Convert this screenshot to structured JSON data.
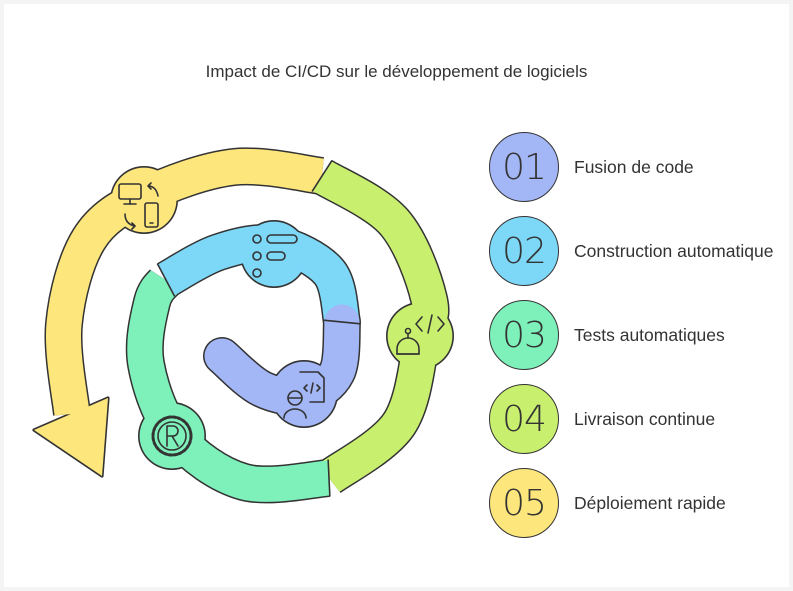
{
  "title": "Impact de CI/CD sur le développement de logiciels",
  "steps": [
    {
      "number": "01",
      "label": "Fusion de code",
      "color": "#a3b6f5"
    },
    {
      "number": "02",
      "label": "Construction automatique",
      "color": "#7dd8f8"
    },
    {
      "number": "03",
      "label": "Tests automatiques",
      "color": "#7ef1bb"
    },
    {
      "number": "04",
      "label": "Livraison continue",
      "color": "#c9ef6f"
    },
    {
      "number": "05",
      "label": "Déploiement rapide",
      "color": "#fde67c"
    }
  ],
  "icons": [
    "devices-sync-icon",
    "robot-code-icon",
    "rust-gear-icon",
    "list-icon",
    "developer-code-icon"
  ]
}
